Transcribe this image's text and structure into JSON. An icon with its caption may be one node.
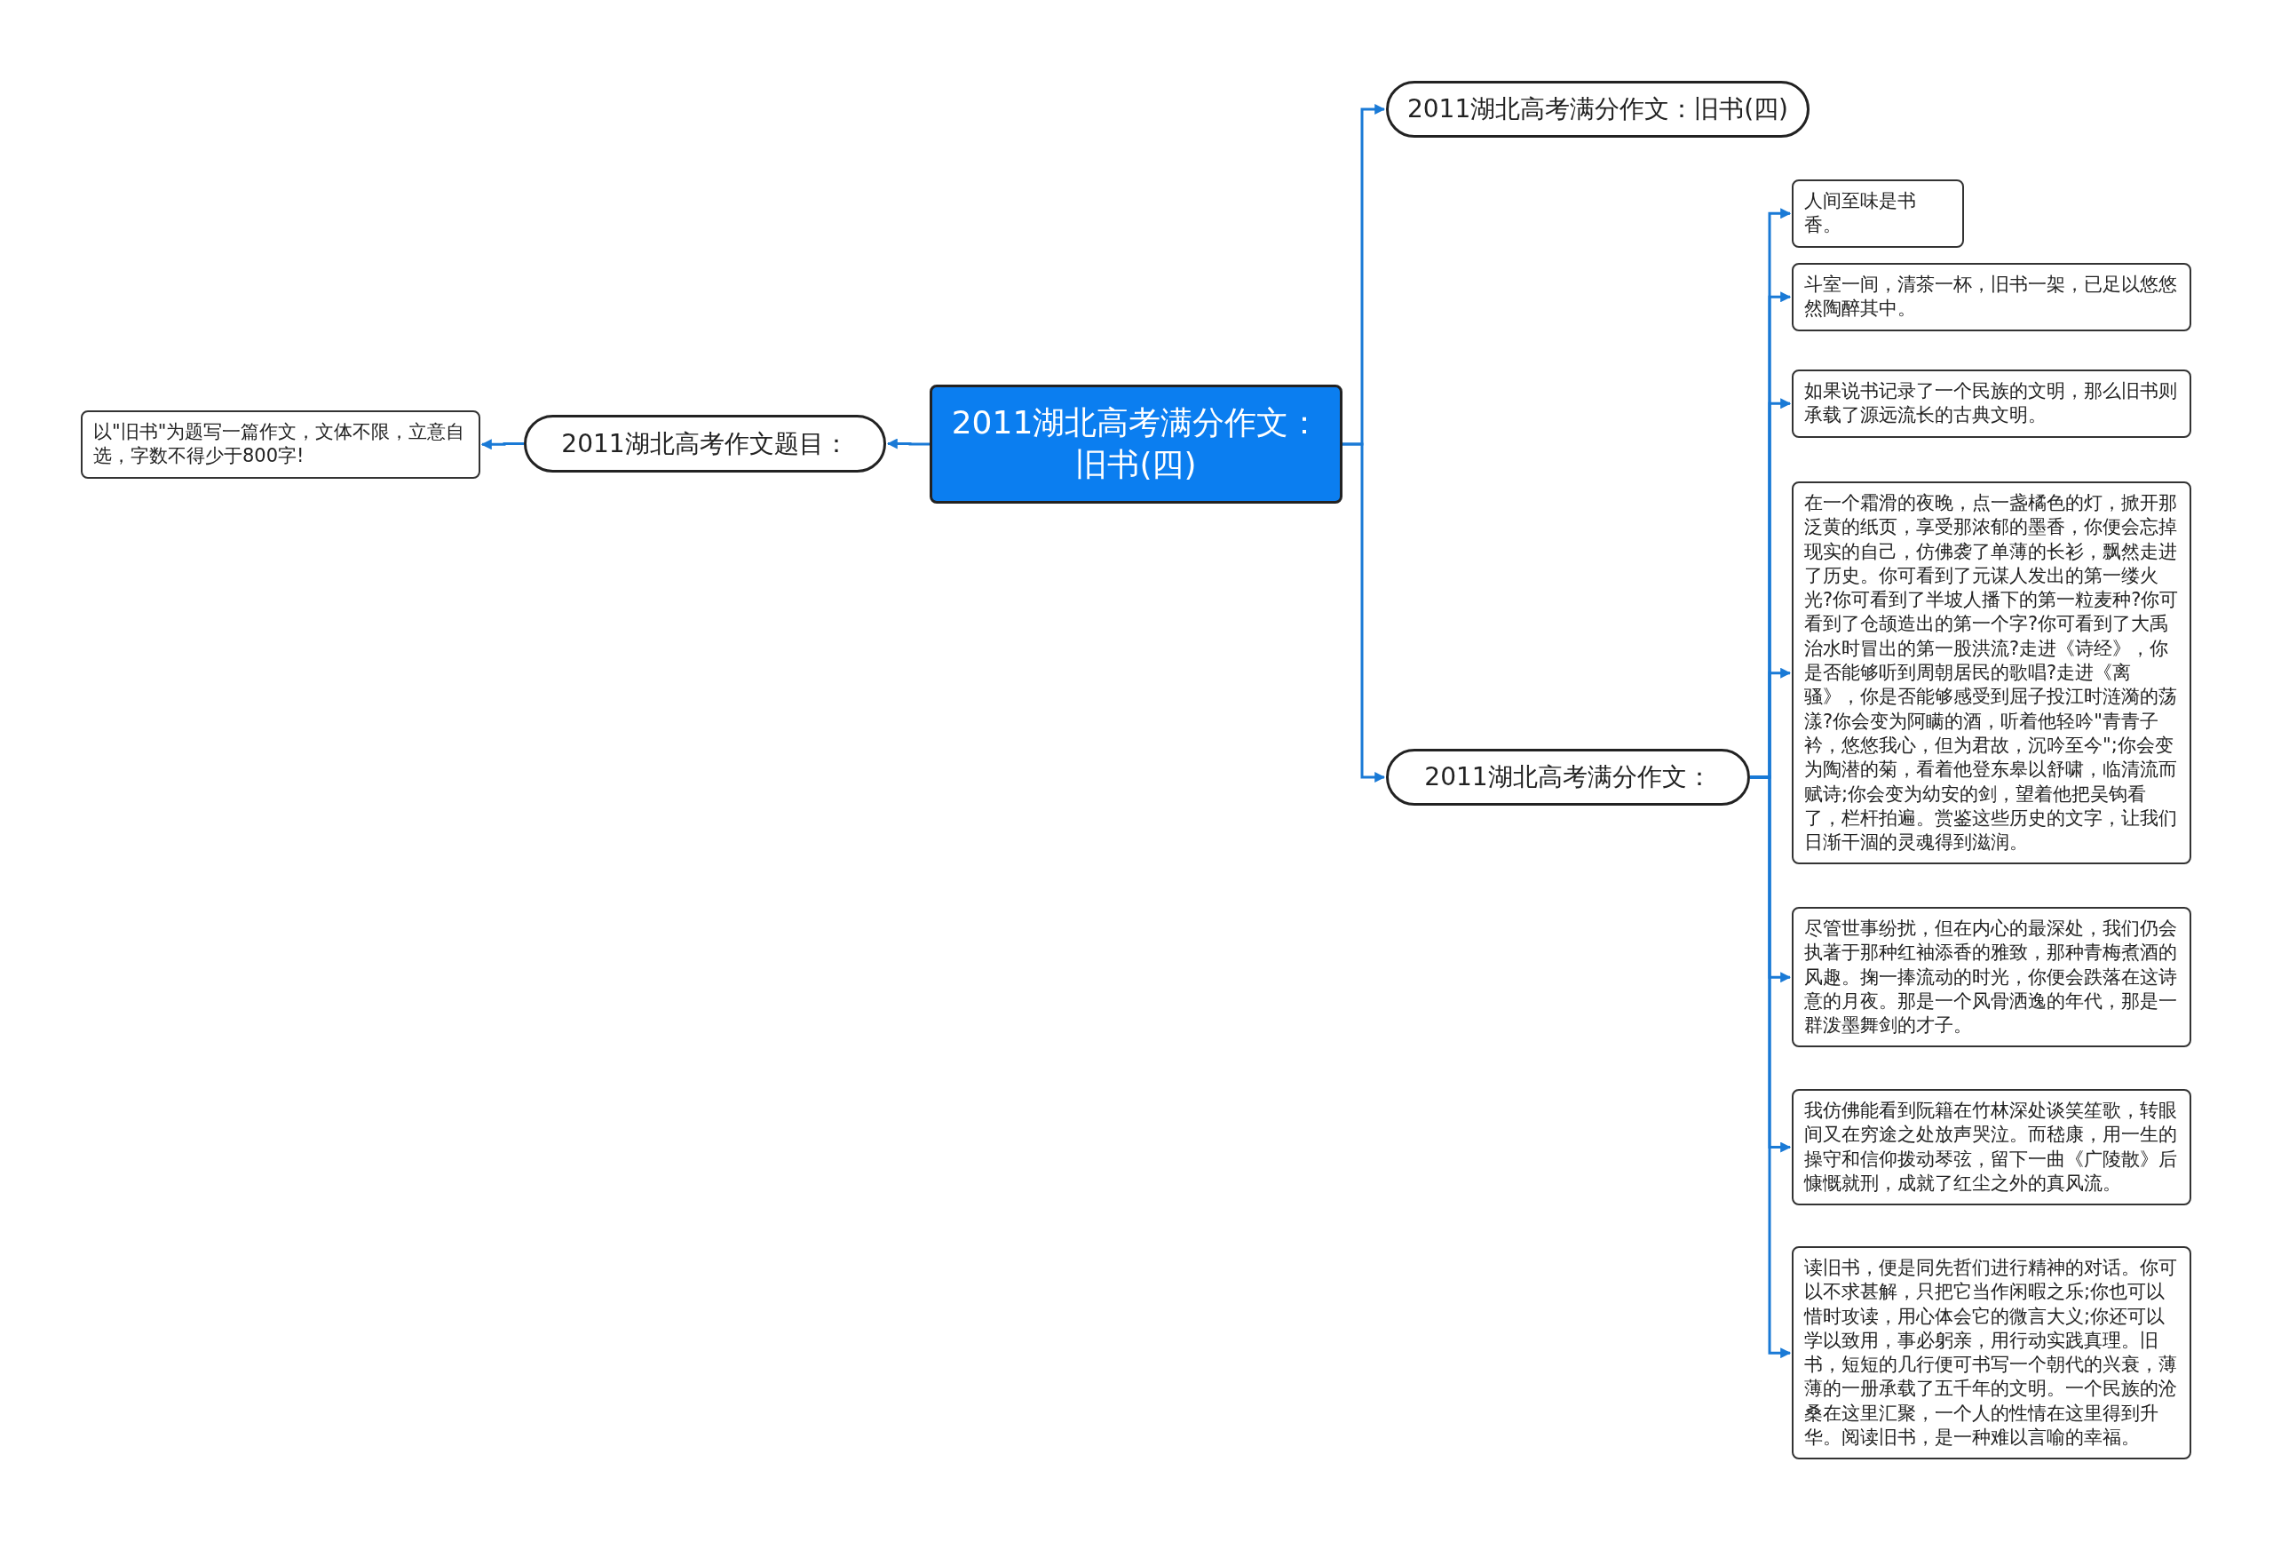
{
  "diagram": {
    "nodes": [
      {
        "text": [
          "2011湖北高考满分作文：旧书(四)"
        ]
      },
      {
        "text": [
          "2011湖北高考作文题目："
        ]
      },
      {
        "text": [
          "以\"旧书\"为题写一篇作文，文体不限，立意自选，字数不得少于800字!"
        ]
      },
      {
        "text": [
          "2011湖北高考满分作文：旧书(四)"
        ]
      },
      {
        "text": [
          "2011湖北高考满分作文："
        ]
      },
      {
        "text": [
          "人间至味是书香。"
        ]
      },
      {
        "text": [
          "斗室一间，清茶一杯，旧书一架，已足以悠悠然陶醉其中。"
        ]
      },
      {
        "text": [
          "如果说书记录了一个民族的文明，那么旧书则承载了源远流长的古典文明。"
        ]
      },
      {
        "text": [
          "在一个霜滑的夜晚，点一盏橘色的灯，掀开那泛黄的纸页，享受那浓郁的墨香，你便会忘掉现实的自己，仿佛袭了单薄的长衫，飘然走进了历史。你可看到了元谋人发出的第一缕火光?你可看到了半坡人播下的第一粒麦种?你可看到了仓颉造出的第一个字?你可看到了大禹治水时冒出的第一股洪流?走进《诗经》，你是否能够听到周朝居民的歌唱?走进《离骚》，你是否能够感受到屈子投江时涟漪的荡漾?你会变为阿瞒的酒，听着他轻吟\"青青子衿，悠悠我心，但为君故，沉吟至今\";你会变为陶潜的菊，看着他登东皋以舒啸，临清流而赋诗;你会变为幼安的剑，望着他把吴钩看了，栏杆拍遍。赏鉴这些历史的文字，让我们日渐干涸的灵魂得到滋润。"
        ]
      },
      {
        "text": [
          "尽管世事纷扰，但在内心的最深处，我们仍会执著于那种红袖添香的雅致，那种青梅煮酒的风趣。掬一捧流动的时光，你便会跌落在这诗意的月夜。那是一个风骨洒逸的年代，那是一群泼墨舞剑的才子。"
        ]
      },
      {
        "text": [
          "我仿佛能看到阮籍在竹林深处谈笑笙歌，转眼间又在穷途之处放声哭泣。而嵇康，用一生的操守和信仰拨动琴弦，留下一曲《广陵散》后慷慨就刑，成就了红尘之外的真风流。"
        ]
      },
      {
        "text": [
          "读旧书，便是同先哲们进行精神的对话。你可以不求甚解，只把它当作闲暇之乐;你也可以惜时攻读，用心体会它的微言大义;你还可以学以致用，事必躬亲，用行动实践真理。旧书，短短的几行便可书写一个朝代的兴衰，薄薄的一册承载了五千年的文明。一个民族的沧桑在这里汇聚，一个人的性情在这里得到升华。阅读旧书，是一种难以言喻的幸福。"
        ]
      }
    ],
    "edges": [
      {
        "from": 0,
        "to": 1,
        "arrow": "to"
      },
      {
        "from": 1,
        "to": 2,
        "arrow": "to"
      },
      {
        "from": 0,
        "to": 3,
        "arrow": "to"
      },
      {
        "from": 0,
        "to": 4,
        "arrow": "to"
      },
      {
        "from": 4,
        "to": 5,
        "arrow": "to"
      },
      {
        "from": 4,
        "to": 6,
        "arrow": "to"
      },
      {
        "from": 4,
        "to": 7,
        "arrow": "to"
      },
      {
        "from": 4,
        "to": 8,
        "arrow": "to"
      },
      {
        "from": 4,
        "to": 9,
        "arrow": "to"
      },
      {
        "from": 4,
        "to": 10,
        "arrow": "to"
      },
      {
        "from": 4,
        "to": 11,
        "arrow": "to"
      }
    ]
  }
}
